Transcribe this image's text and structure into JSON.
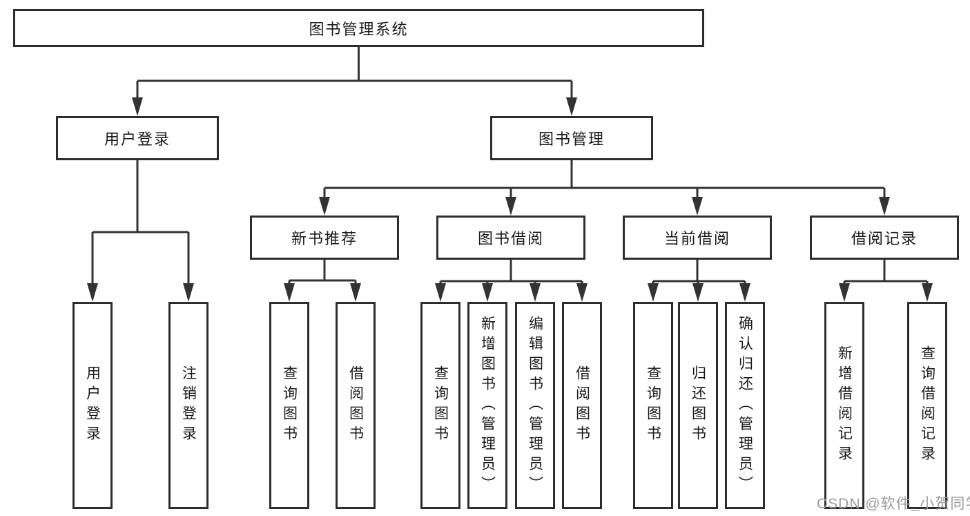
{
  "nodes": {
    "root": "图书管理系统",
    "user_login": "用户登录",
    "book_management": "图书管理",
    "new_book_recommend": "新书推荐",
    "book_borrow": "图书借阅",
    "current_borrow": "当前借阅",
    "borrow_records": "借阅记录",
    "leaf_user_login": "用户登录",
    "leaf_logout": "注销登录",
    "leaf_query_book_recommend": "查询图书",
    "leaf_borrow_book_recommend": "借阅图书",
    "leaf_query_book_borrow": "查询图书",
    "leaf_add_book_admin": "新增图书（管理员）",
    "leaf_edit_book_admin": "编辑图书（管理员）",
    "leaf_borrow_book": "借阅图书",
    "leaf_query_book_current": "查询图书",
    "leaf_return_book": "归还图书",
    "leaf_confirm_return_admin": "确认归还（管理员）",
    "leaf_add_borrow_record": "新增借阅记录",
    "leaf_query_borrow_record": "查询借阅记录"
  },
  "watermark": {
    "text": "CSDN @软件_小贺同学"
  },
  "colors": {
    "line": "#333333",
    "border": "#2d2d2d",
    "text": "#1a1a1a",
    "watermark": "#9b9b9b",
    "background": "#ffffff"
  }
}
